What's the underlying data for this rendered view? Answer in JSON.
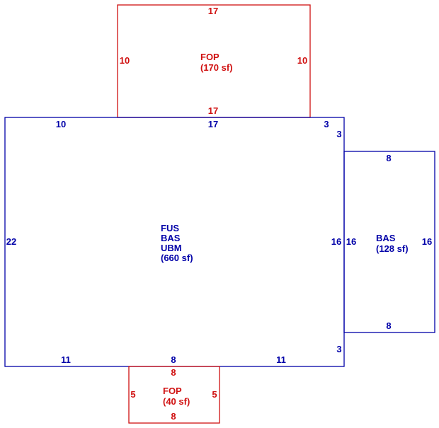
{
  "colors": {
    "main": "#0000a8",
    "porch": "#d01010"
  },
  "areas": {
    "main": {
      "line1": "FUS",
      "line2": "BAS",
      "line3": "UBM",
      "area": "(660 sf)"
    },
    "addition": {
      "line1": "BAS",
      "area": "(128 sf)"
    },
    "front_porch": {
      "line1": "FOP",
      "area": "(170 sf)"
    },
    "rear_porch": {
      "line1": "FOP",
      "area": "(40 sf)"
    }
  },
  "dimensions": {
    "front_porch": {
      "top": "17",
      "left": "10",
      "right": "10",
      "bottom": "17"
    },
    "main": {
      "top_left": "10",
      "top_mid": "17",
      "top_right": "3",
      "right_upper": "3",
      "left": "22",
      "right_mid": "16",
      "right_lower": "3",
      "bottom_left": "11",
      "bottom_mid": "8",
      "bottom_right": "11"
    },
    "addition": {
      "top": "8",
      "left": "16",
      "right": "16",
      "bottom": "8"
    },
    "rear_porch": {
      "top": "8",
      "left": "5",
      "right": "5",
      "bottom": "8"
    }
  }
}
